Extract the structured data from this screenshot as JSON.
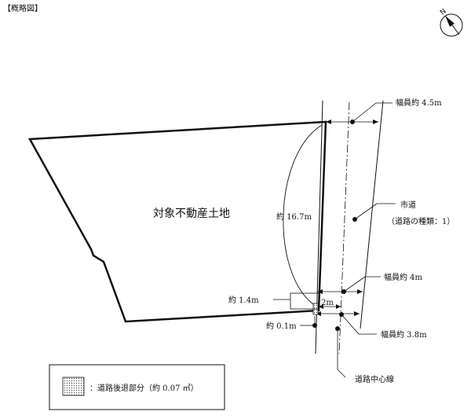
{
  "title": "【概略図】",
  "north_label": "N",
  "property_label": "対象不動産土地",
  "frontage_label": "約 16.7m",
  "road": {
    "width_top": "幅員約 4.5m",
    "name": "市道",
    "type": "（道路の種類：1）",
    "width_mid": "幅員約 4m",
    "width_bottom": "幅員約 3.8m",
    "center_line": "道路中心線"
  },
  "setback": {
    "width_label": "約 1.4m",
    "distance_label": "2m",
    "depth_label": "約 0.1m"
  },
  "legend": {
    "label": "：道路後退部分（約 0.07 ㎡）"
  }
}
